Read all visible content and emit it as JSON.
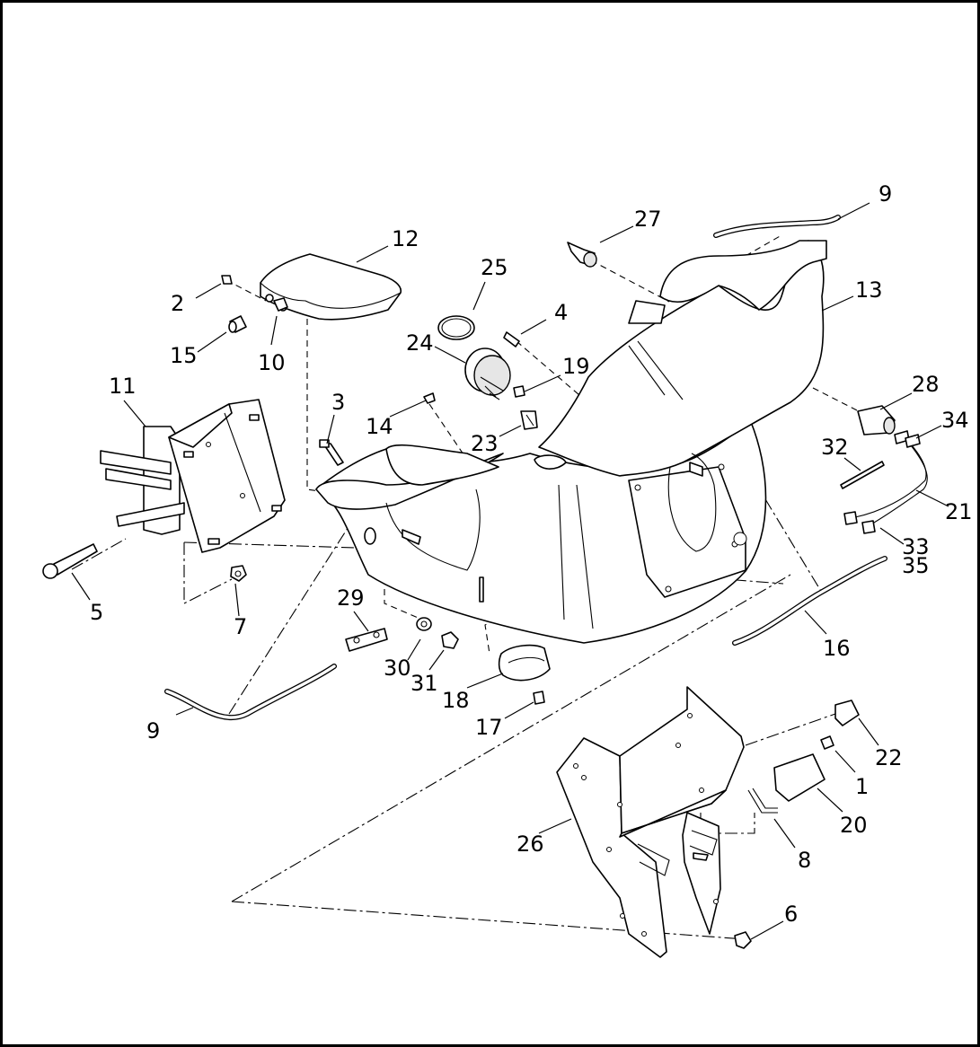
{
  "diagram": {
    "callouts": [
      {
        "id": "c1",
        "label": "1"
      },
      {
        "id": "c2",
        "label": "2"
      },
      {
        "id": "c3",
        "label": "3"
      },
      {
        "id": "c4",
        "label": "4"
      },
      {
        "id": "c5",
        "label": "5"
      },
      {
        "id": "c6",
        "label": "6"
      },
      {
        "id": "c7",
        "label": "7"
      },
      {
        "id": "c8",
        "label": "8"
      },
      {
        "id": "c9a",
        "label": "9"
      },
      {
        "id": "c9b",
        "label": "9"
      },
      {
        "id": "c10",
        "label": "10"
      },
      {
        "id": "c11",
        "label": "11"
      },
      {
        "id": "c12",
        "label": "12"
      },
      {
        "id": "c13",
        "label": "13"
      },
      {
        "id": "c14",
        "label": "14"
      },
      {
        "id": "c15",
        "label": "15"
      },
      {
        "id": "c16",
        "label": "16"
      },
      {
        "id": "c17",
        "label": "17"
      },
      {
        "id": "c18",
        "label": "18"
      },
      {
        "id": "c19",
        "label": "19"
      },
      {
        "id": "c20",
        "label": "20"
      },
      {
        "id": "c21",
        "label": "21"
      },
      {
        "id": "c22",
        "label": "22"
      },
      {
        "id": "c23",
        "label": "23"
      },
      {
        "id": "c24",
        "label": "24"
      },
      {
        "id": "c25",
        "label": "25"
      },
      {
        "id": "c26",
        "label": "26"
      },
      {
        "id": "c27",
        "label": "27"
      },
      {
        "id": "c28",
        "label": "28"
      },
      {
        "id": "c29",
        "label": "29"
      },
      {
        "id": "c30",
        "label": "30"
      },
      {
        "id": "c31",
        "label": "31"
      },
      {
        "id": "c32",
        "label": "32"
      },
      {
        "id": "c33",
        "label": "33"
      },
      {
        "id": "c34",
        "label": "34"
      },
      {
        "id": "c35",
        "label": "35"
      }
    ]
  }
}
